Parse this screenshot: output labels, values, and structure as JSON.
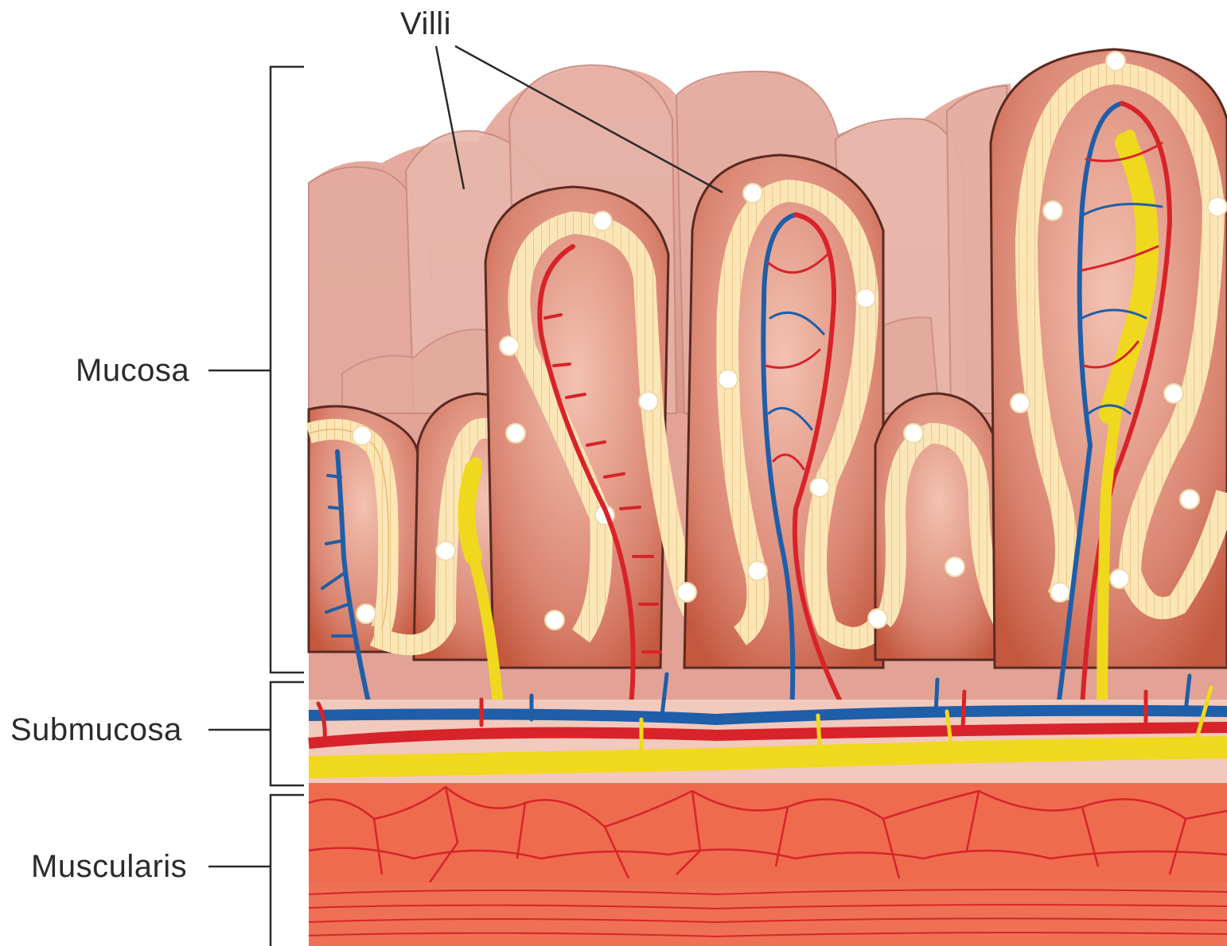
{
  "labels": {
    "villi": "Villi",
    "mucosa": "Mucosa",
    "submucosa": "Submucosa",
    "muscularis": "Muscularis"
  },
  "colors": {
    "background": "#ffffff",
    "mucosa_tissue": "#e8aea0",
    "villus_outline": "#5a2a22",
    "epithelium": "#fbe6b8",
    "artery": "#d8232a",
    "vein": "#1f5ea8",
    "lacteal": "#f0d81e",
    "muscle": "#ee6b4d",
    "muscle_lines": "#d8232a",
    "leader_lines": "#2b2b2b"
  }
}
